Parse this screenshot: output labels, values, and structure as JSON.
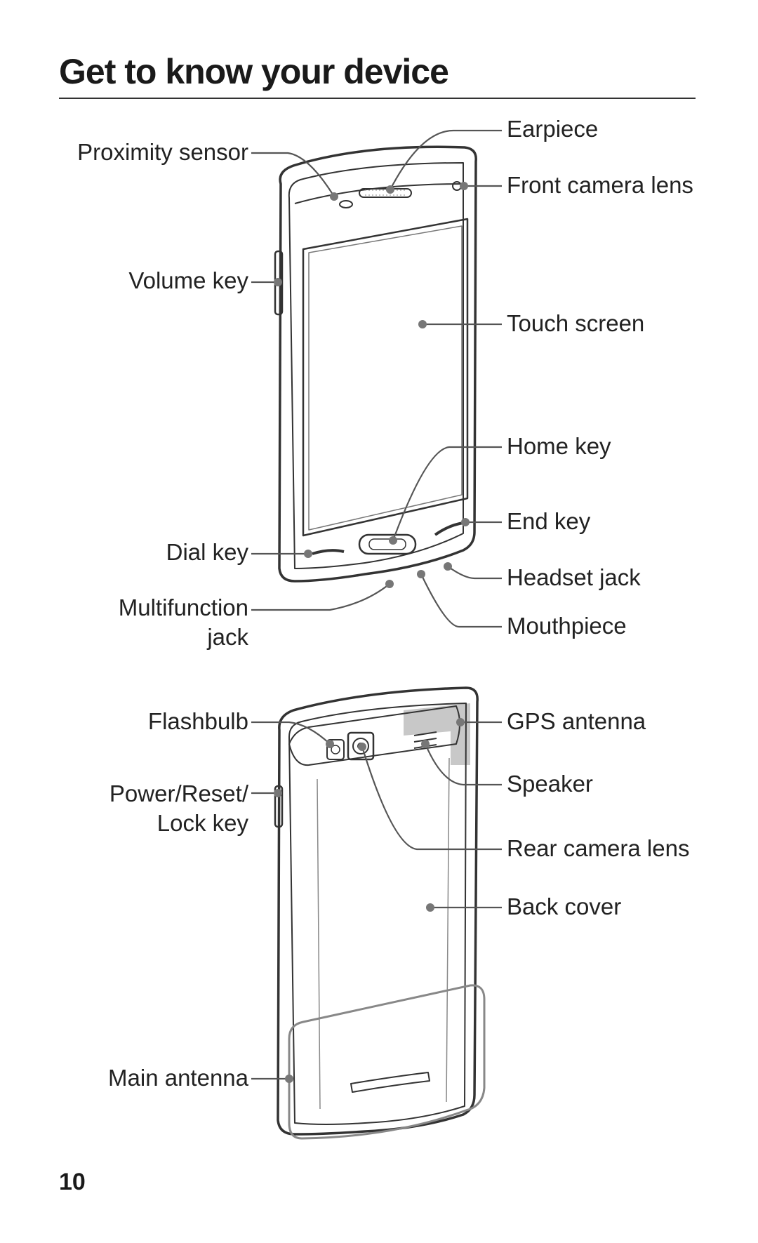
{
  "page": {
    "title": "Get to know your device",
    "number": "10"
  },
  "front": {
    "left_labels": {
      "proximity_sensor": "Proximity sensor",
      "volume_key": "Volume key",
      "dial_key": "Dial key",
      "multifunction_jack_line1": "Multifunction",
      "multifunction_jack_line2": "jack"
    },
    "right_labels": {
      "earpiece": "Earpiece",
      "front_camera_lens": "Front camera lens",
      "touch_screen": "Touch screen",
      "home_key": "Home key",
      "end_key": "End key",
      "headset_jack": "Headset jack",
      "mouthpiece": "Mouthpiece"
    }
  },
  "back": {
    "left_labels": {
      "flashbulb": "Flashbulb",
      "power_key_line1": "Power/Reset/",
      "power_key_line2": "Lock key",
      "main_antenna": "Main antenna"
    },
    "right_labels": {
      "gps_antenna": "GPS antenna",
      "speaker": "Speaker",
      "rear_camera_lens": "Rear camera lens",
      "back_cover": "Back cover"
    }
  },
  "colors": {
    "line": "#333333",
    "leader": "#555555",
    "antenna_shade": "#c8c8c8",
    "text": "#222222"
  }
}
